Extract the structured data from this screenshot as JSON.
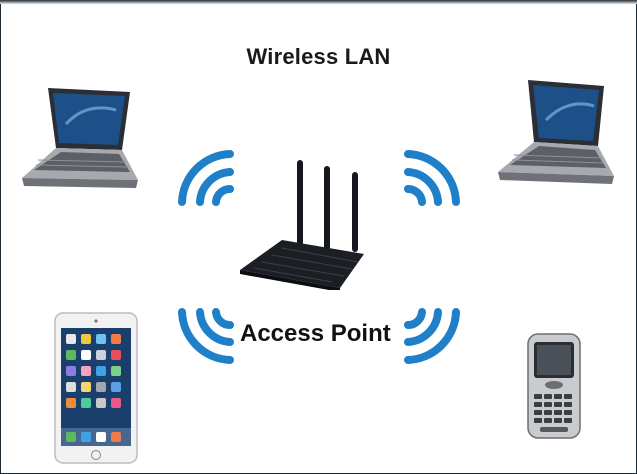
{
  "diagram": {
    "title": "Wireless LAN",
    "center_label": "Access Point",
    "nodes": [
      {
        "id": "laptop-left",
        "icon": "laptop-icon"
      },
      {
        "id": "laptop-right",
        "icon": "laptop-icon"
      },
      {
        "id": "router",
        "icon": "wireless-router-icon"
      },
      {
        "id": "tablet",
        "icon": "tablet-icon"
      },
      {
        "id": "phone",
        "icon": "smartphone-icon"
      }
    ],
    "signal_icons": [
      "wifi-signal-icon",
      "wifi-signal-icon",
      "wifi-signal-icon",
      "wifi-signal-icon"
    ]
  },
  "colors": {
    "signal": "#1f7fc8",
    "router": "#1b1f24",
    "laptop_body": "#9a9da2",
    "laptop_screen": "#1d4f88",
    "tablet_frame": "#f2f2f2",
    "tablet_screen": "#1a3f6c"
  }
}
